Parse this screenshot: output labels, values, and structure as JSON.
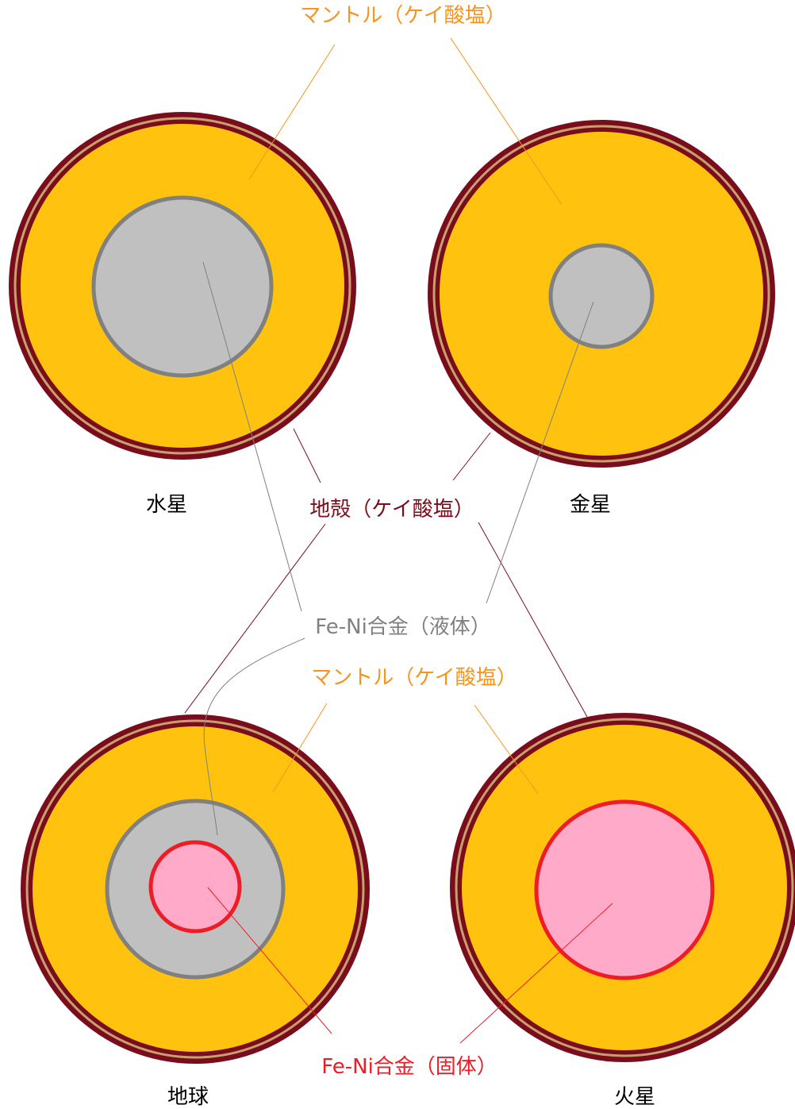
{
  "planets": {
    "mercury": "水星",
    "venus": "金星",
    "earth": "地球",
    "mars": "火星"
  },
  "labels": {
    "mantle_top": "マントル（ケイ酸塩）",
    "crust": "地殻（ケイ酸塩）",
    "liquid_core": "Fe-Ni合金（液体）",
    "mantle_bottom": "マントル（ケイ酸塩）",
    "solid_core": "Fe-Ni合金（固体）"
  },
  "colors": {
    "crust": "#7a0d1c",
    "crust_stripe": "#c8a070",
    "mantle": "#ffc20e",
    "liquid_core": "#c0c0c0",
    "liquid_core_edge": "#808080",
    "solid_core": "#ffaac8",
    "solid_core_edge": "#ee1c24",
    "mantle_label": "#f7941d",
    "crust_label": "#7a0d1c",
    "liquid_label": "#808080",
    "solid_label": "#ee1c24",
    "planet_label": "#000000"
  }
}
